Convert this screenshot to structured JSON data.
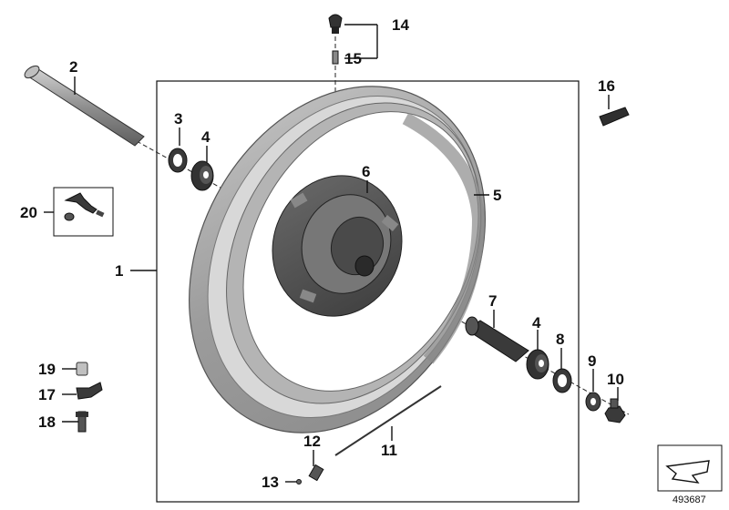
{
  "diagram": {
    "labels": {
      "l1": "1",
      "l2": "2",
      "l3": "3",
      "l4a": "4",
      "l4b": "4",
      "l5": "5",
      "l6": "6",
      "l7": "7",
      "l8": "8",
      "l9": "9",
      "l10": "10",
      "l11": "11",
      "l12": "12",
      "l13": "13",
      "l14": "14",
      "l15": "15",
      "l16": "16",
      "l17": "17",
      "l18": "18",
      "l19": "19",
      "l20": "20"
    },
    "reference_number": "493687",
    "colors": {
      "rim": "#a6a6a6",
      "rim_dark": "#7a7a7a",
      "hub": "#555555",
      "parts": "#3a3a3a",
      "line": "#111111"
    }
  }
}
